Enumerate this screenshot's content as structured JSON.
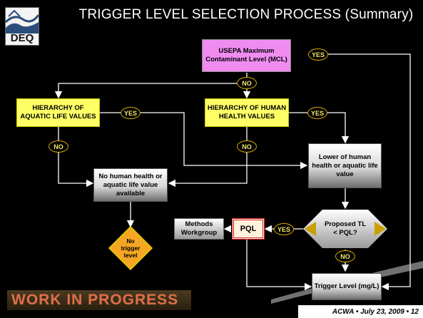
{
  "title": "TRIGGER LEVEL SELECTION PROCESS (Summary)",
  "logo": {
    "text": "DEQ"
  },
  "nodes": {
    "mcl": "USEPA Maximum Contaminant Level (MCL)",
    "aquatic": "HIERARCHY OF AQUATIC LIFE VALUES",
    "human": "HIERARCHY OF HUMAN HEALTH VALUES",
    "lower": "Lower of human health or aquatic life value",
    "none": "No human health or aquatic life value available",
    "no_trigger": "No trigger level",
    "methods": "Methods Workgroup",
    "pql": "PQL",
    "proposed": "Proposed TL < PQL?",
    "trigger": "Trigger Level (mg/L)"
  },
  "labels": {
    "yes": "YES",
    "no": "NO"
  },
  "banner": "WORK IN PROGRESS",
  "footer": "ACWA • July 23, 2009 • 12",
  "colors": {
    "mcl": "#f08cf0",
    "hierarchy": "#ffff66",
    "no_trigger": "#f5a623",
    "pql_border": "#d2232a",
    "label_border": "#d4a800",
    "label_text": "#f6e86a"
  }
}
